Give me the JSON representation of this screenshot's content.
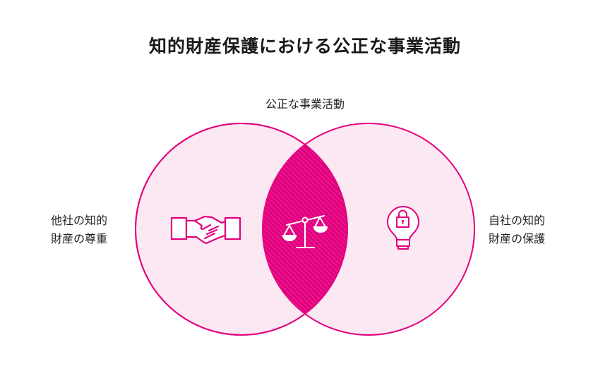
{
  "title": "知的財産保護における公正な事業活動",
  "diagram": {
    "type": "venn",
    "intersection_label": "公正な事業活動",
    "left": {
      "label_line1": "他社の知的",
      "label_line2": "財産の尊重",
      "icon": "handshake-icon"
    },
    "right": {
      "label_line1": "自社の知的",
      "label_line2": "財産の保護",
      "icon": "lightbulb-lock-icon"
    },
    "center_icon": "scales-icon",
    "colors": {
      "accent": "#e2007f",
      "circle_fill": "#fce8f3",
      "intersection_fill": "#e2007f",
      "icon_on_accent": "#ffffff"
    }
  }
}
